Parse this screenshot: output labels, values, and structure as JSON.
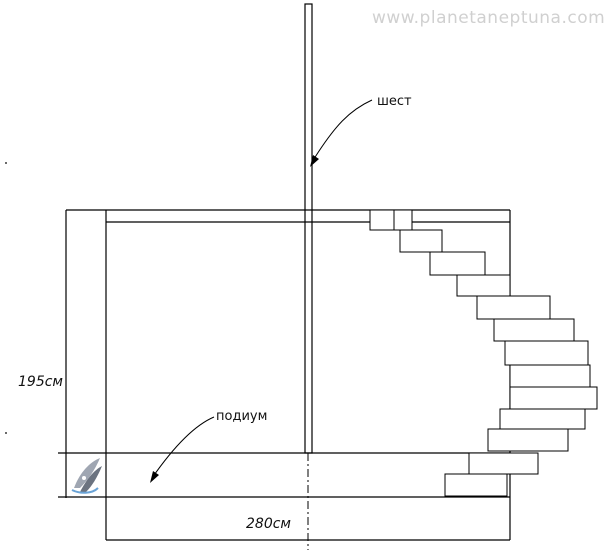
{
  "watermark": "www.planetaneptuna.com",
  "labels": {
    "pole": "шест",
    "podium": "подиум",
    "height_dim": "195см",
    "width_dim": "280см"
  },
  "icons": {
    "corner_logo": "pen-logo-icon"
  }
}
